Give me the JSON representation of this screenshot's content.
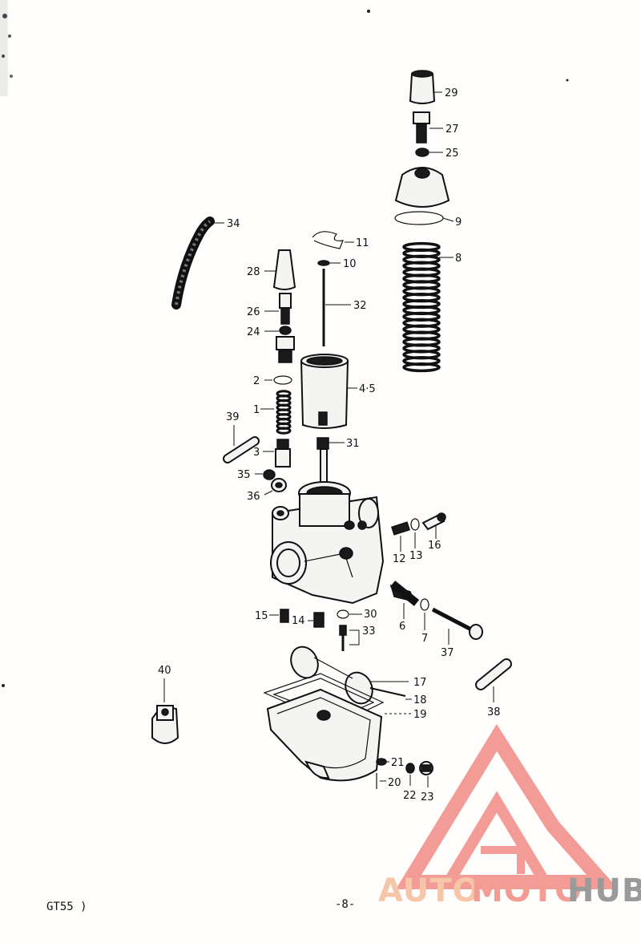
{
  "parts": [
    {
      "id": "29"
    },
    {
      "id": "27"
    },
    {
      "id": "25"
    },
    {
      "id": "9"
    },
    {
      "id": "8"
    },
    {
      "id": "34"
    },
    {
      "id": "11"
    },
    {
      "id": "10"
    },
    {
      "id": "28"
    },
    {
      "id": "32"
    },
    {
      "id": "26"
    },
    {
      "id": "24"
    },
    {
      "id": "2"
    },
    {
      "id": "4.5"
    },
    {
      "id": "1"
    },
    {
      "id": "39"
    },
    {
      "id": "3"
    },
    {
      "id": "31"
    },
    {
      "id": "35"
    },
    {
      "id": "36"
    },
    {
      "id": "12"
    },
    {
      "id": "13"
    },
    {
      "id": "16"
    },
    {
      "id": "6"
    },
    {
      "id": "7"
    },
    {
      "id": "37"
    },
    {
      "id": "15"
    },
    {
      "id": "14"
    },
    {
      "id": "30"
    },
    {
      "id": "33"
    },
    {
      "id": "17"
    },
    {
      "id": "18"
    },
    {
      "id": "19"
    },
    {
      "id": "40"
    },
    {
      "id": "38"
    },
    {
      "id": "21"
    },
    {
      "id": "20"
    },
    {
      "id": "22"
    },
    {
      "id": "23"
    }
  ],
  "labels_display": {
    "p29": "29",
    "p27": "27",
    "p25": "25",
    "p9": "9",
    "p8": "8",
    "p34": "34",
    "p11": "11",
    "p10": "10",
    "p28": "28",
    "p32": "32",
    "p26": "26",
    "p24": "24",
    "p2": "2",
    "p45": "4·5",
    "p1": "1",
    "p39": "39",
    "p3": "3",
    "p31": "31",
    "p35": "35",
    "p36": "36",
    "p12": "12",
    "p13": "13",
    "p16": "16",
    "p6": "6",
    "p7": "7",
    "p37": "37",
    "p15": "15",
    "p14": "14",
    "p30": "30",
    "p33": "33",
    "p17": "17",
    "p18": "18",
    "p19": "19",
    "p40": "40",
    "p38": "38",
    "p21": "21",
    "p20": "20",
    "p22": "22",
    "p23": "23"
  },
  "footer": {
    "model_code": "GT55 )",
    "page_number": "-8-"
  },
  "watermark": {
    "word_auto": "AUTO",
    "word_moto": "MOTO",
    "word_hub": "HUB",
    "color_auto": "#f6c6a8",
    "color_moto": "#f39c93",
    "color_hub": "#9a9a9a",
    "logo_color": "#f28b86"
  }
}
